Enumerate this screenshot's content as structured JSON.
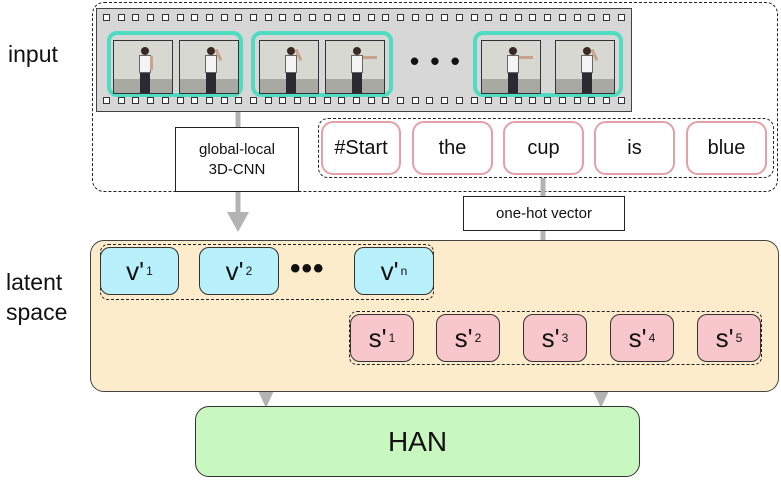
{
  "labels": {
    "input": "input",
    "latent_line1": "latent",
    "latent_line2": "space"
  },
  "video": {
    "ellipsis": "• • •",
    "clips": 3,
    "frames_per_clip": 2
  },
  "words": [
    "#Start",
    "the",
    "cup",
    "is",
    "blue"
  ],
  "notes": {
    "cnn_line1": "global-local",
    "cnn_line2": "3D-CNN",
    "onehot": "one-hot vector"
  },
  "visual_tokens": [
    {
      "base": "v'",
      "sub": "1"
    },
    {
      "base": "v'",
      "sub": "2"
    },
    {
      "base": "v'",
      "sub": "n"
    }
  ],
  "visual_ellipsis": "•••",
  "sentence_tokens": [
    {
      "base": "s'",
      "sub": "1"
    },
    {
      "base": "s'",
      "sub": "2"
    },
    {
      "base": "s'",
      "sub": "3"
    },
    {
      "base": "s'",
      "sub": "4"
    },
    {
      "base": "s'",
      "sub": "5"
    }
  ],
  "han": "HAN",
  "colors": {
    "clip_border": "#4fdcc0",
    "word_border": "#e6a0a8",
    "latent_fill": "#fdeccb",
    "visual_token_fill": "#b8f0fb",
    "sentence_token_fill": "#f8c7cc",
    "han_fill": "#c9f7c0",
    "arrow": "#b3b3b3"
  }
}
